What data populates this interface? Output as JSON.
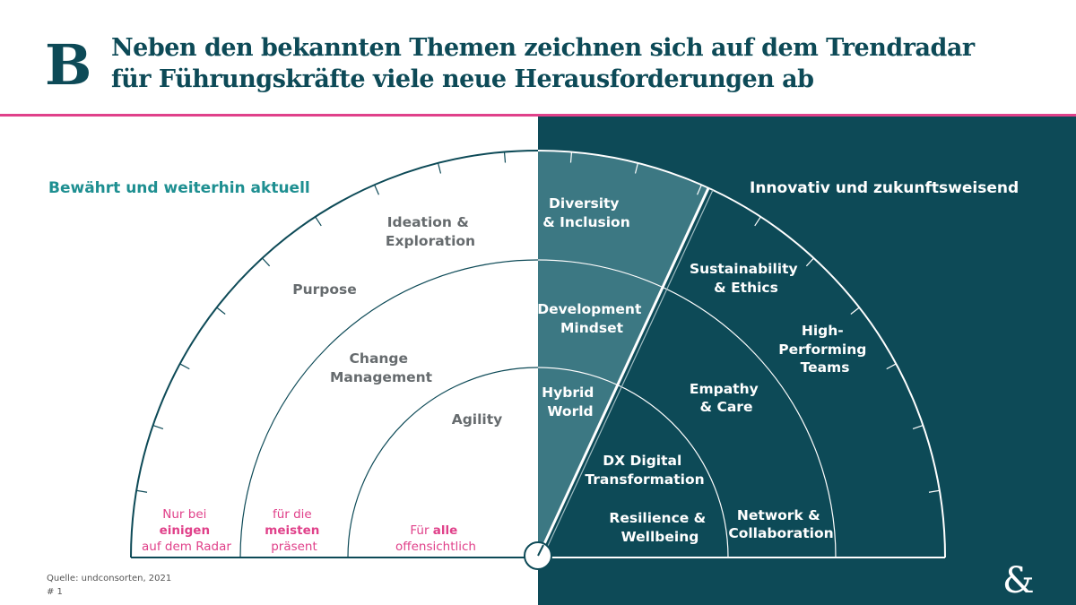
{
  "header": {
    "logo_letter": "B",
    "title_line1": "Neben den bekannten Themen zeichnen sich auf dem Trendradar",
    "title_line2": "für Führungskräfte viele neue Herausforderungen ab"
  },
  "sections": {
    "left": "Bewährt und weiterhin aktuell",
    "right": "Innovativ und zukunftsweisend"
  },
  "topics_left": [
    {
      "id": "ideation",
      "lines": [
        "Ideation &",
        "Exploration"
      ]
    },
    {
      "id": "purpose",
      "lines": [
        "Purpose"
      ]
    },
    {
      "id": "change",
      "lines": [
        "Change",
        "Management"
      ]
    },
    {
      "id": "agility",
      "lines": [
        "Agility"
      ]
    }
  ],
  "topics_right": [
    {
      "id": "diversity",
      "lines": [
        "Diversity",
        "& Inclusion"
      ]
    },
    {
      "id": "development",
      "lines": [
        "Development",
        "Mindset"
      ]
    },
    {
      "id": "hybrid",
      "lines": [
        "Hybrid",
        "World"
      ]
    },
    {
      "id": "sustainability",
      "lines": [
        "Sustainability",
        "& Ethics"
      ]
    },
    {
      "id": "high-performing",
      "lines": [
        "High-",
        "Performing",
        "Teams"
      ]
    },
    {
      "id": "empathy",
      "lines": [
        "Empathy",
        "& Care"
      ]
    },
    {
      "id": "dx",
      "lines": [
        "DX Digital",
        "Transformation"
      ]
    },
    {
      "id": "resilience",
      "lines": [
        "Resilience &",
        "Wellbeing"
      ]
    },
    {
      "id": "network",
      "lines": [
        "Network &",
        "Collaboration"
      ]
    }
  ],
  "rings": [
    {
      "id": "einigen",
      "pre": "Nur bei",
      "bold": "einigen",
      "post": "auf dem Radar"
    },
    {
      "id": "meisten",
      "pre": "für die",
      "bold": "meisten",
      "post": "präsent"
    },
    {
      "id": "alle",
      "pre": "Für ",
      "bold": "alle",
      "post": "offensichtlich"
    }
  ],
  "footer": {
    "source": "Quelle: undconsorten, 2021",
    "page": "# 1",
    "brand_mark": "&"
  },
  "colors": {
    "teal_dark": "#0d4a57",
    "teal_accent": "#1e8f91",
    "pink": "#e0418a",
    "sector_fill": "#3f7a86",
    "text_gray": "#666b6e"
  }
}
